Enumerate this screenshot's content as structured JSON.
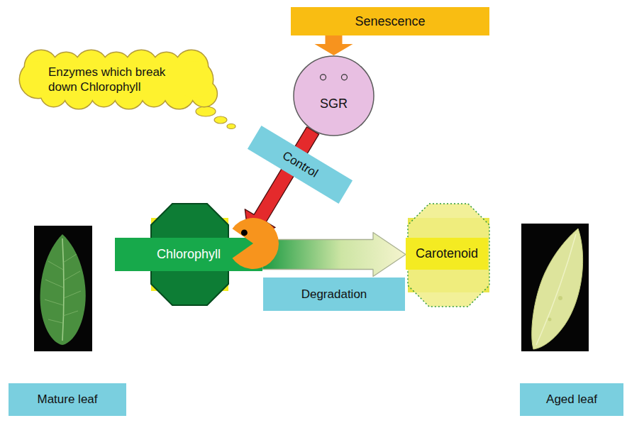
{
  "diagram": {
    "nodes": [
      {
        "text": [
          "Senescence"
        ]
      },
      {
        "text": [
          "SGR"
        ]
      },
      {
        "text": [
          "Enzymes which break down Chlorophyll"
        ]
      },
      {
        "text": [
          "Chlorophyll"
        ]
      },
      {
        "text": [
          "Carotenoid"
        ]
      },
      {
        "text": [
          "Mature leaf"
        ]
      },
      {
        "text": [
          "Aged leaf"
        ]
      }
    ],
    "edges": [
      {
        "from": 0,
        "to": 1,
        "arrow": "to"
      },
      {
        "from": 1,
        "to": 3,
        "arrow": "to",
        "label": "Control"
      },
      {
        "from": 3,
        "to": 4,
        "arrow": "to",
        "label": "Degradation"
      }
    ]
  }
}
